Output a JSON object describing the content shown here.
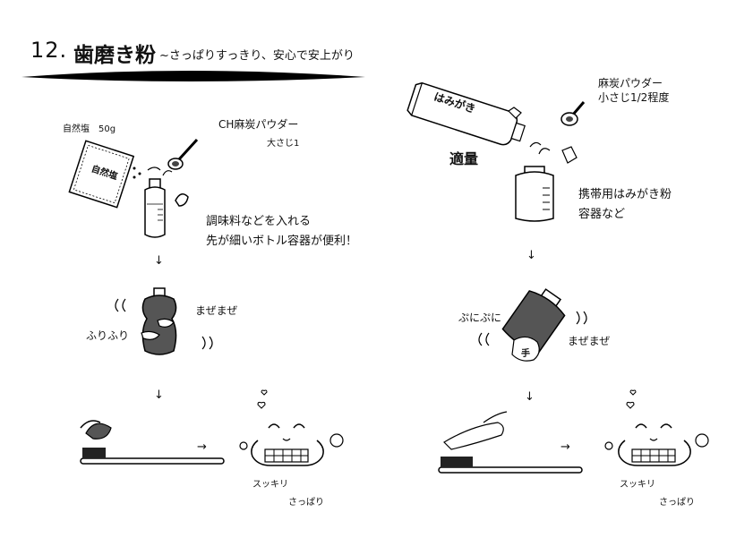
{
  "title": {
    "number": "12.",
    "main": "歯磨き粉",
    "subtitle": "~さっぱりすっきり、安心で安上がり"
  },
  "left": {
    "salt_label": "自然塩　50g",
    "salt_bag_label": "自然塩",
    "powder_label": "CH麻炭パウダー",
    "powder_amount": "大さじ1",
    "tip_line1": "調味料などを入れる",
    "tip_line2": "先が細いボトル容器が便利！",
    "shake_sound": "ふりふり",
    "mix_sound": "まぜまぜ",
    "fresh_1": "スッキリ",
    "fresh_2": "さっぱり"
  },
  "right": {
    "powder_label": "麻炭パウダー",
    "powder_amount": "小さじ1/2程度",
    "tube_label": "はみがき",
    "tube_amount": "適量",
    "container_line1": "携帯用はみがき粉",
    "container_line2": "容器など",
    "squeeze_sound": "ぷにぷに",
    "mix_sound": "まぜまぜ",
    "hand_label": "手",
    "fresh_1": "スッキリ",
    "fresh_2": "さっぱり"
  },
  "arrows": {
    "down": "↓",
    "right": "→"
  }
}
